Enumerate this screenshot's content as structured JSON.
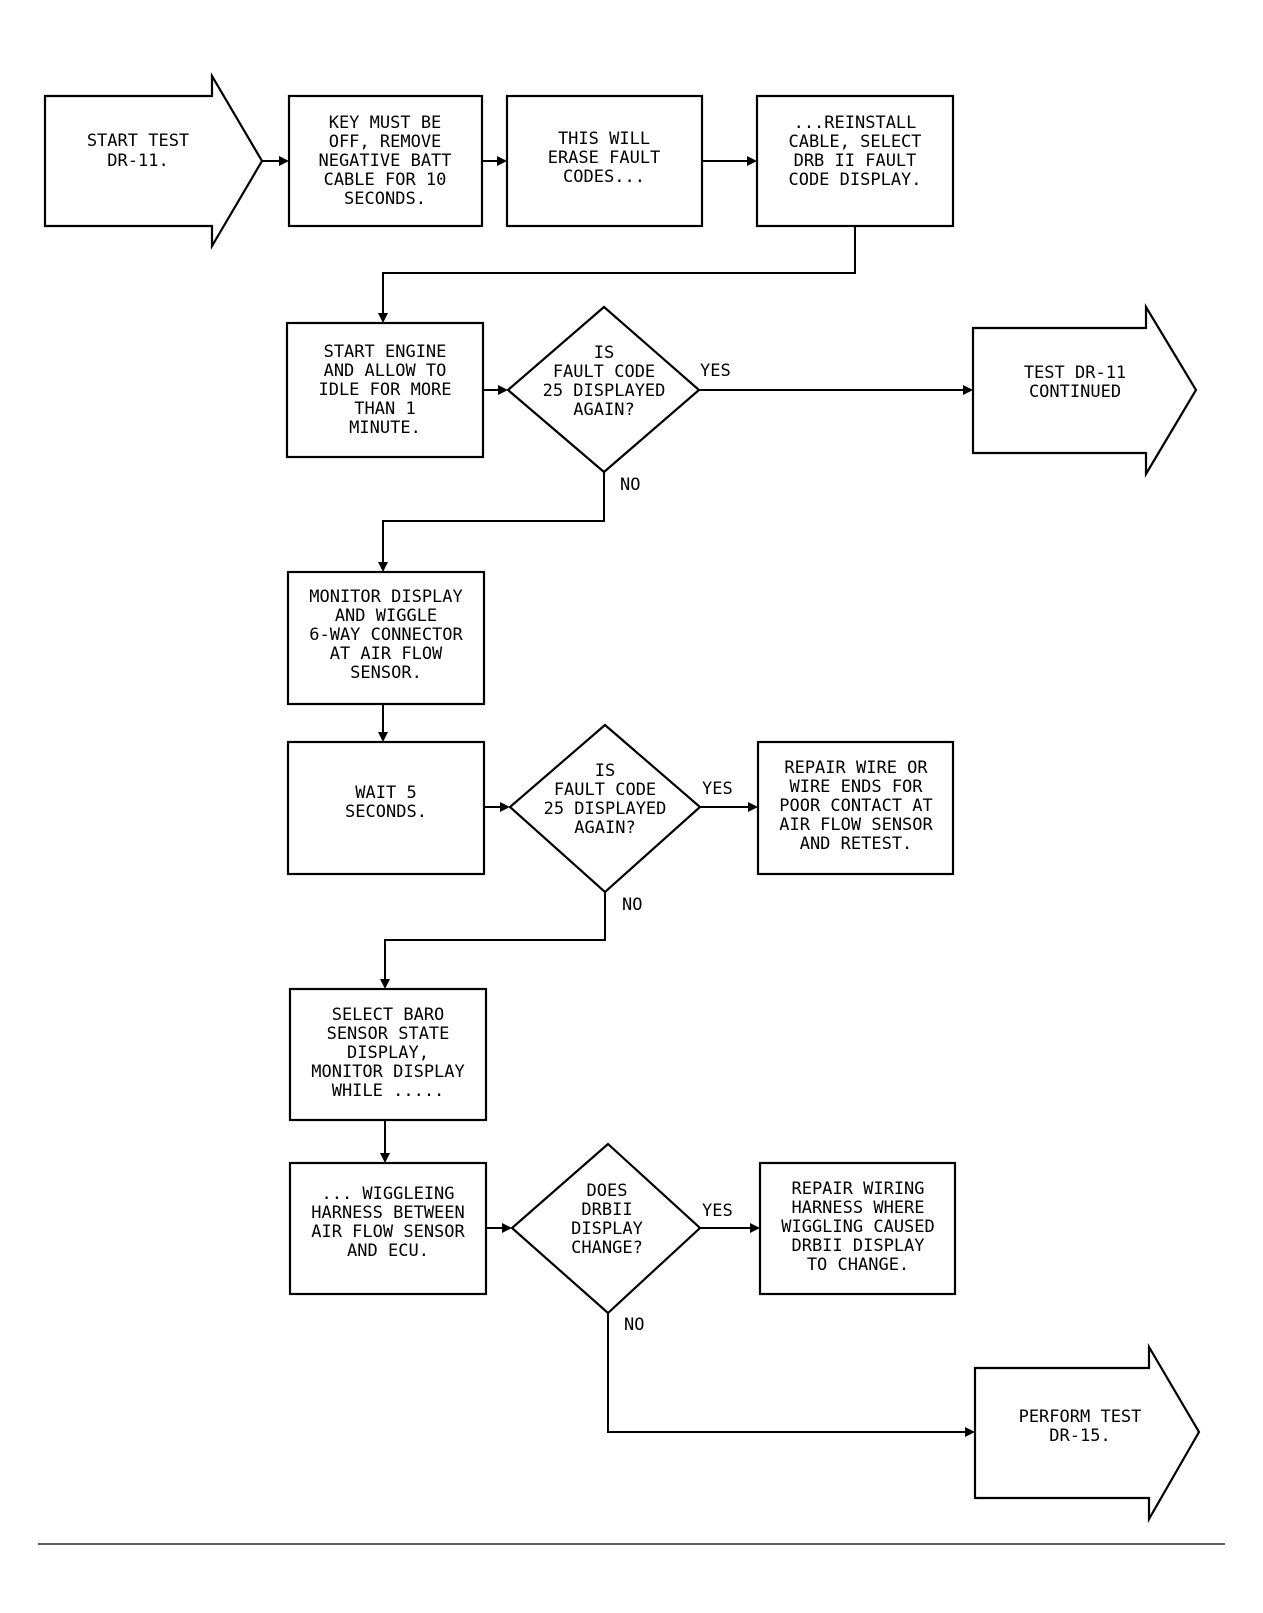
{
  "flowchart": {
    "nodes": {
      "start": {
        "shape": "arrow",
        "lines": [
          "START TEST",
          "DR-11."
        ]
      },
      "key_off": {
        "shape": "process",
        "lines": [
          "KEY MUST BE",
          "OFF, REMOVE",
          "NEGATIVE BATT",
          "CABLE FOR 10",
          "SECONDS."
        ]
      },
      "erase": {
        "shape": "process",
        "lines": [
          "THIS WILL",
          "ERASE FAULT",
          "CODES..."
        ]
      },
      "reinstall": {
        "shape": "process",
        "lines": [
          "...REINSTALL",
          "CABLE, SELECT",
          "DRB II FAULT",
          "CODE DISPLAY."
        ]
      },
      "start_engine": {
        "shape": "process",
        "lines": [
          "START ENGINE",
          "AND ALLOW TO",
          "IDLE FOR MORE",
          "THAN 1",
          "MINUTE."
        ]
      },
      "decision1": {
        "shape": "decision",
        "lines": [
          "IS",
          "FAULT CODE",
          "25 DISPLAYED",
          "AGAIN?"
        ]
      },
      "continued": {
        "shape": "arrow",
        "lines": [
          "TEST DR-11",
          "CONTINUED"
        ]
      },
      "monitor": {
        "shape": "process",
        "lines": [
          "MONITOR DISPLAY",
          "AND WIGGLE",
          "6-WAY CONNECTOR",
          "AT AIR FLOW",
          "SENSOR."
        ]
      },
      "wait": {
        "shape": "process",
        "lines": [
          "WAIT 5",
          "SECONDS."
        ]
      },
      "decision2": {
        "shape": "decision",
        "lines": [
          "IS",
          "FAULT CODE",
          "25 DISPLAYED",
          "AGAIN?"
        ]
      },
      "repair_wire": {
        "shape": "process",
        "lines": [
          "REPAIR WIRE OR",
          "WIRE ENDS FOR",
          "POOR CONTACT AT",
          "AIR FLOW SENSOR",
          "AND RETEST."
        ]
      },
      "select_baro": {
        "shape": "process",
        "lines": [
          "SELECT BARO",
          "SENSOR STATE",
          "DISPLAY,",
          "MONITOR DISPLAY",
          "WHILE ....."
        ]
      },
      "wiggle": {
        "shape": "process",
        "lines": [
          "... WIGGLEING",
          "HARNESS BETWEEN",
          "AIR FLOW SENSOR",
          "AND ECU."
        ]
      },
      "decision3": {
        "shape": "decision",
        "lines": [
          "DOES",
          "DRBII",
          "DISPLAY",
          "CHANGE?"
        ]
      },
      "repair_harness": {
        "shape": "process",
        "lines": [
          "REPAIR WIRING",
          "HARNESS WHERE",
          "WIGGLING CAUSED",
          "DRBII DISPLAY",
          "TO CHANGE."
        ]
      },
      "perform": {
        "shape": "arrow",
        "lines": [
          "PERFORM TEST",
          "DR-15."
        ]
      }
    },
    "edges": [
      {
        "id": "start-keyoff",
        "from": "start",
        "to": "key_off",
        "label": ""
      },
      {
        "id": "keyoff-erase",
        "from": "key_off",
        "to": "erase",
        "label": ""
      },
      {
        "id": "erase-reinstall",
        "from": "erase",
        "to": "reinstall",
        "label": ""
      },
      {
        "id": "reinstall-startengine",
        "from": "reinstall",
        "to": "start_engine",
        "label": ""
      },
      {
        "id": "startengine-decision1",
        "from": "start_engine",
        "to": "decision1",
        "label": ""
      },
      {
        "id": "decision1-continued",
        "from": "decision1",
        "to": "continued",
        "label": "YES"
      },
      {
        "id": "decision1-monitor",
        "from": "decision1",
        "to": "monitor",
        "label": "NO"
      },
      {
        "id": "monitor-wait",
        "from": "monitor",
        "to": "wait",
        "label": ""
      },
      {
        "id": "wait-decision2",
        "from": "wait",
        "to": "decision2",
        "label": ""
      },
      {
        "id": "decision2-repairwire",
        "from": "decision2",
        "to": "repair_wire",
        "label": "YES"
      },
      {
        "id": "decision2-selectbaro",
        "from": "decision2",
        "to": "select_baro",
        "label": "NO"
      },
      {
        "id": "selectbaro-wiggle",
        "from": "select_baro",
        "to": "wiggle",
        "label": ""
      },
      {
        "id": "wiggle-decision3",
        "from": "wiggle",
        "to": "decision3",
        "label": ""
      },
      {
        "id": "decision3-repairharness",
        "from": "decision3",
        "to": "repair_harness",
        "label": "YES"
      },
      {
        "id": "decision3-perform",
        "from": "decision3",
        "to": "perform",
        "label": "NO"
      }
    ]
  }
}
